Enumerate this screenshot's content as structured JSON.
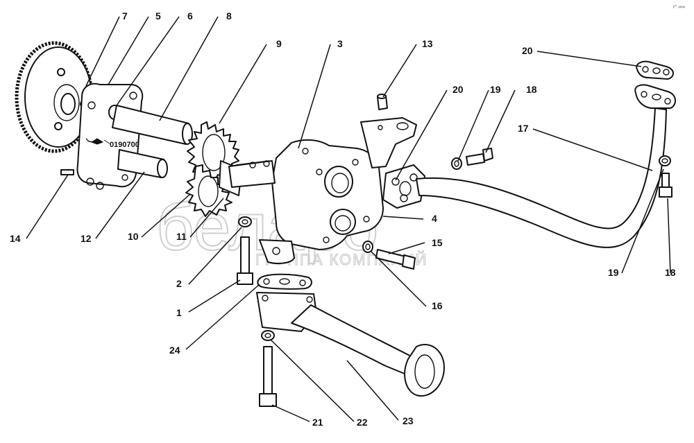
{
  "watermark": {
    "brand": "беларо",
    "subtitle": "ГРУППА КОМПАНИЙ"
  },
  "part_code": "0190700",
  "corner_mark": "r° ∞∞",
  "callouts": [
    "7",
    "5",
    "6",
    "8",
    "9",
    "3",
    "13",
    "20",
    "19",
    "18",
    "20",
    "17",
    "14",
    "12",
    "10",
    "11",
    "2",
    "1",
    "24",
    "4",
    "15",
    "16",
    "21",
    "22",
    "23",
    "19",
    "18"
  ]
}
